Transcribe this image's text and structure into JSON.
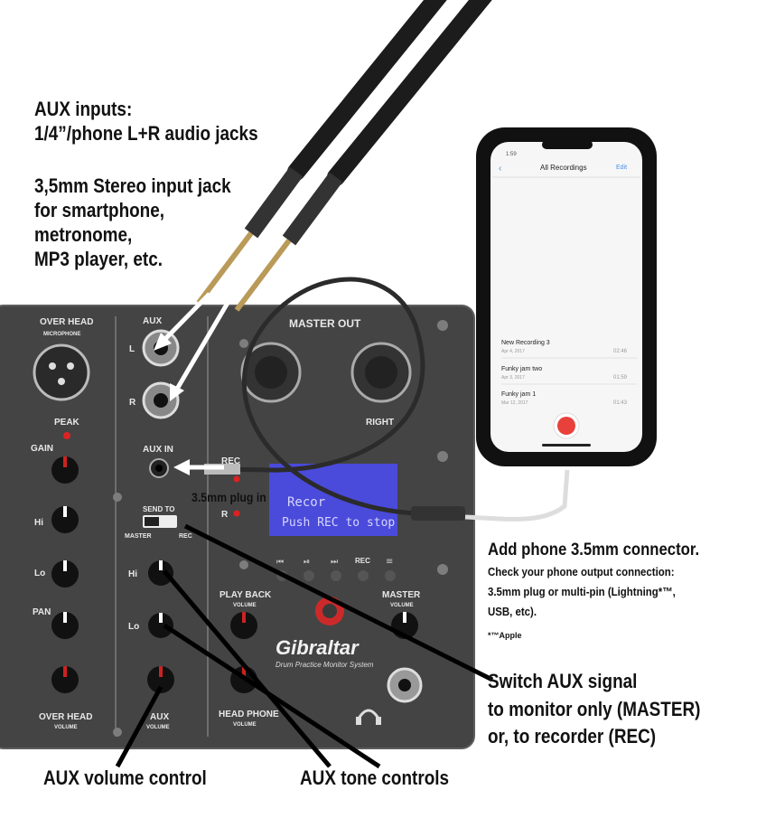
{
  "annotations": {
    "aux_inputs_title": "AUX inputs:",
    "aux_inputs_jacks": "1/4”/phone L+R audio jacks",
    "stereo_line1": "3,5mm Stereo input jack",
    "stereo_line2": "for smartphone,",
    "stereo_line3": "metronome,",
    "stereo_line4": "MP3 player, etc.",
    "plug_in": "3.5mm plug in",
    "add_connector": "Add phone 3.5mm connector.",
    "check_output": "Check your phone output connection:",
    "plug_types_1": "3.5mm plug or multi-pin (Lightning*™,",
    "plug_types_2": "USB, etc).",
    "apple_note": "*™Apple",
    "switch_line1": "Switch AUX signal",
    "switch_line2": "to monitor only (MASTER)",
    "switch_line3": "or, to recorder (REC)",
    "aux_volume": "AUX volume control",
    "aux_tone": "AUX tone controls"
  },
  "panel": {
    "over_head": "OVER HEAD",
    "microphone": "MICROPHONE",
    "peak": "PEAK",
    "gain": "GAIN",
    "hi": "Hi",
    "lo": "Lo",
    "pan": "PAN",
    "over_head_volume": "OVER HEAD",
    "volume": "VOLUME",
    "aux": "AUX",
    "aux_header": "AUX",
    "l": "L",
    "r": "R",
    "aux_in": "AUX IN",
    "send_to": "SEND TO",
    "master_switch": "MASTER",
    "rec_switch": "REC",
    "aux_hi": "Hi",
    "aux_lo": "Lo",
    "master_out": "MASTER OUT",
    "right": "RIGHT",
    "rec": "REC",
    "rec_r": "R",
    "lcd_line1": "Recor",
    "lcd_line2": "Push REC to stop",
    "play_back": "PLAY BACK",
    "master": "MASTER",
    "head_phone": "HEAD PHONE",
    "rec_button": "REC",
    "brand": "Gibraltar",
    "brand_sub": "Drum Practice Monitor System"
  },
  "phone": {
    "time": "1:59",
    "title": "All Recordings",
    "edit": "Edit",
    "recordings": [
      {
        "name": "New Recording 3",
        "date": "Apr 4, 2017",
        "duration": "02:46"
      },
      {
        "name": "Funky jam two",
        "date": "Apr 3, 2017",
        "duration": "01:59"
      },
      {
        "name": "Funky jam 1",
        "date": "Mar 12, 2017",
        "duration": "01:43"
      }
    ]
  },
  "colors": {
    "panel": "#3c3c3c",
    "annotation_text": "#111111",
    "record_button": "#e8413c",
    "knob_indicator": "#cc2222",
    "lcd_background": "#4a4adb"
  }
}
